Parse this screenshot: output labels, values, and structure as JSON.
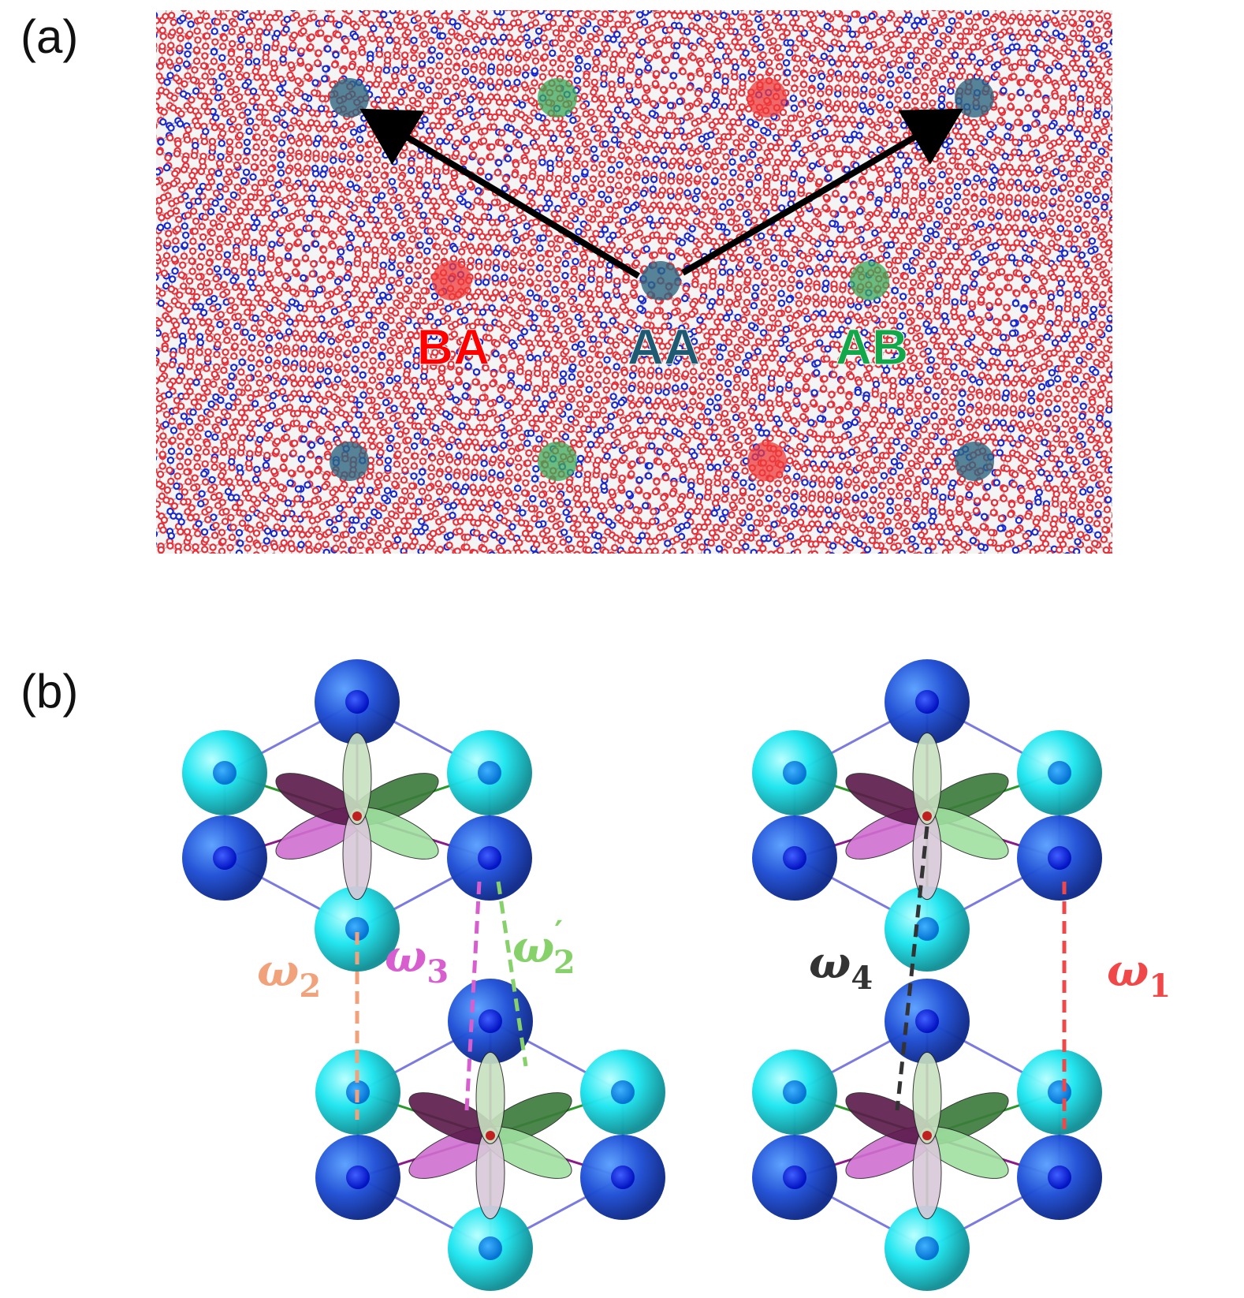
{
  "panels": {
    "a": "(a)",
    "b": "(b)"
  },
  "stacking": {
    "BA": {
      "text": "BA",
      "color": "#ff0000"
    },
    "AA": {
      "text": "AA",
      "color": "#1f5a73"
    },
    "AB": {
      "text": "AB",
      "color": "#12a84a"
    }
  },
  "couplings": {
    "w2": {
      "symbol": "ω",
      "sub": "2",
      "prime": "",
      "color": "#f2a27a"
    },
    "w3": {
      "symbol": "ω",
      "sub": "3",
      "prime": "",
      "color": "#d85ed0"
    },
    "w2p": {
      "symbol": "ω",
      "sub": "2",
      "prime": "′",
      "color": "#86d16a"
    },
    "w4": {
      "symbol": "ω",
      "sub": "4",
      "prime": "",
      "color": "#333333"
    },
    "w1": {
      "symbol": "ω",
      "sub": "1",
      "prime": "",
      "color": "#f04848"
    }
  },
  "colors": {
    "atom_red": "#e8303a",
    "atom_blue": "#1a28d0",
    "marker_aa": "#2e6680",
    "marker_ab": "#3caa5a",
    "marker_ba": "#f03a3a",
    "dark_blue_sphere": "#1f4fd6",
    "cyan_sphere": "#1de6f0"
  }
}
